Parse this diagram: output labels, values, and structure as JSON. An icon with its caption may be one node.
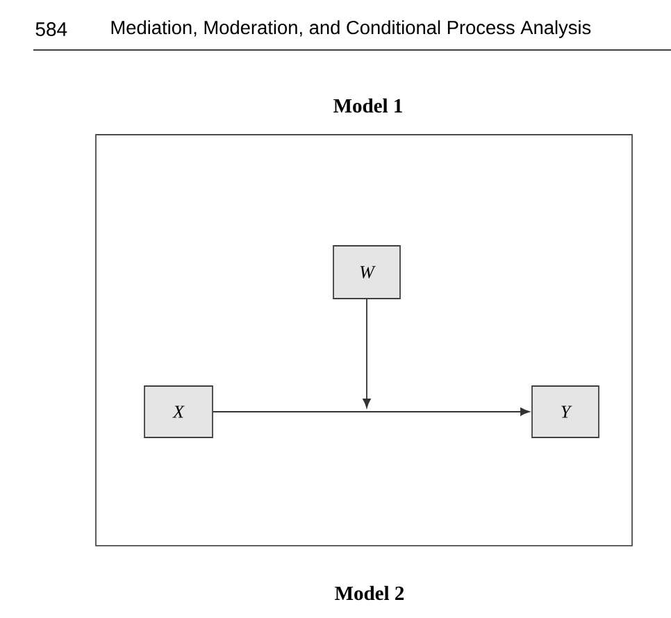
{
  "diagram": {
    "title": "Model 1",
    "nodes": [
      {
        "text": [
          "W"
        ]
      },
      {
        "text": [
          "X"
        ]
      },
      {
        "text": [
          "Y"
        ]
      }
    ],
    "edges": [
      {
        "from": 1,
        "to": 2,
        "arrow": "to"
      },
      {
        "from": 0,
        "to": null,
        "arrow": "to"
      }
    ],
    "labels": [
      "584",
      "Mediation, Moderation, and Conditional Process Analysis",
      "Model 2"
    ]
  }
}
